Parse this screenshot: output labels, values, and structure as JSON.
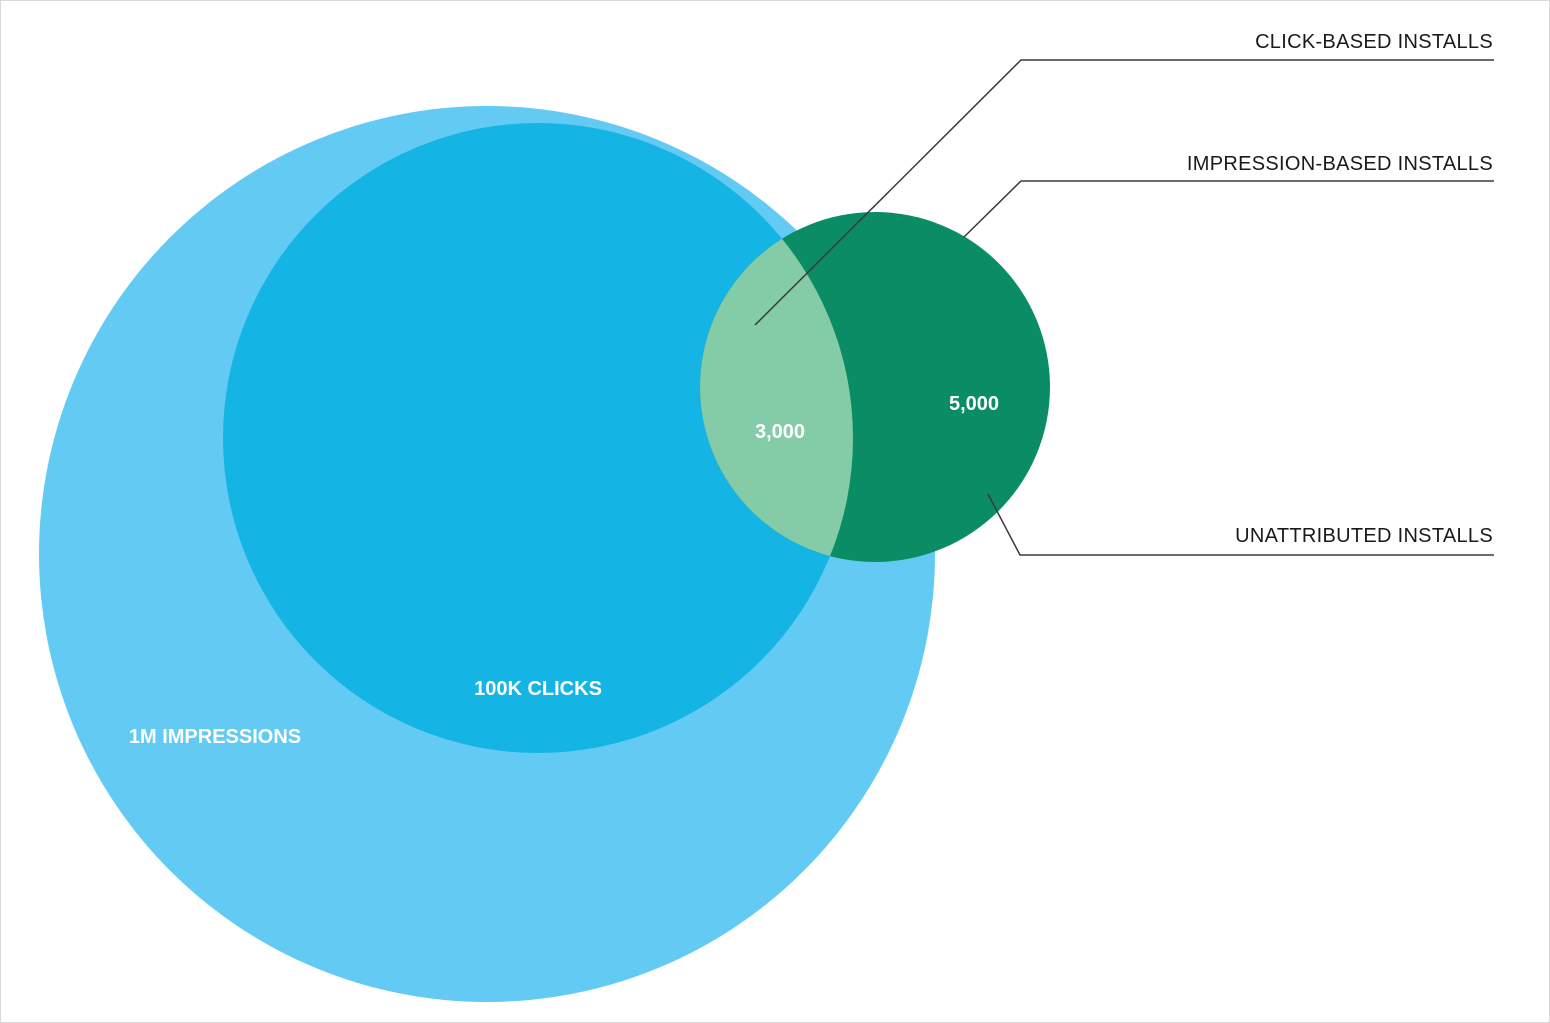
{
  "colors": {
    "impressions": "#63cbf3",
    "clicks": "#14b4e5",
    "installs": "#0a8c64",
    "overlap": "#84cba8",
    "leader": "#3a3a3a"
  },
  "circles": {
    "impressions": {
      "label": "1M IMPRESSIONS"
    },
    "clicks": {
      "label": "100K CLICKS"
    },
    "installs": {
      "label": "5,000"
    },
    "overlap": {
      "label": "3,000"
    }
  },
  "callouts": {
    "click_based": "CLICK-BASED INSTALLS",
    "impression_based": "IMPRESSION-BASED INSTALLS",
    "unattributed": "UNATTRIBUTED INSTALLS"
  }
}
